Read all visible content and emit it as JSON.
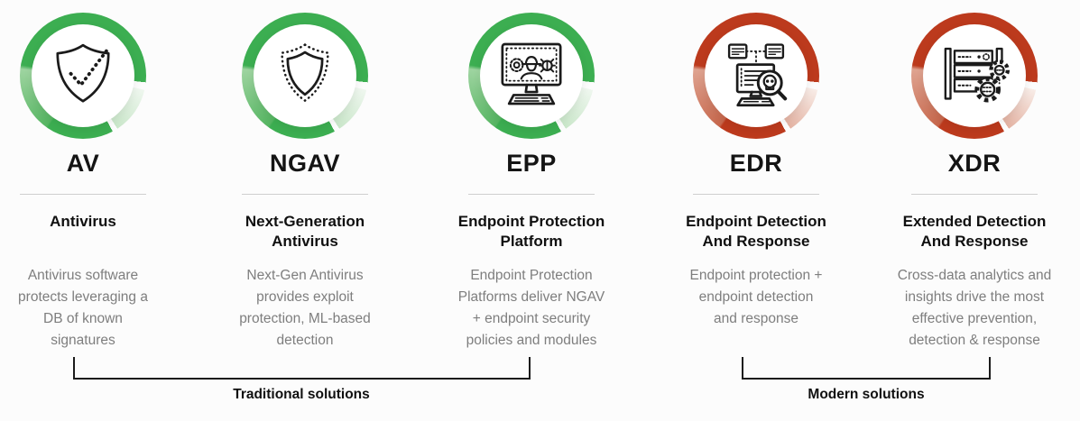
{
  "page": {
    "background": "#fcfcfc"
  },
  "colors": {
    "green_main": "#3cae51",
    "green_mid": "#9ed4a0",
    "green_pale": "#c9e6c9",
    "red_main": "#bc3a1d",
    "red_mid": "#dfa390",
    "red_pale": "#e3b2a2",
    "text_dark": "#141414",
    "text_gray": "#7e7e7e",
    "divider_gray": "#cfcfcf",
    "bracket": "#1c1c1c"
  },
  "solutions": [
    {
      "acronym": "AV",
      "name": "Antivirus",
      "description": "Antivirus software\nprotects leveraging a\nDB of known\nsignatures",
      "icon": "shield-check-icon",
      "ring": "green",
      "group": "traditional"
    },
    {
      "acronym": "NGAV",
      "name": "Next-Generation\nAntivirus",
      "description": "Next-Gen Antivirus\nprovides exploit\nprotection, ML-based\ndetection",
      "icon": "double-shield-icon",
      "ring": "green",
      "group": "traditional"
    },
    {
      "acronym": "EPP",
      "name": "Endpoint Protection\nPlatform",
      "description": "Endpoint Protection\nPlatforms deliver NGAV\n+ endpoint security\npolicies and modules",
      "icon": "monitor-threats-icon",
      "ring": "green",
      "group": "traditional"
    },
    {
      "acronym": "EDR",
      "name": "Endpoint Detection\nAnd Response",
      "description": "Endpoint protection +\nendpoint detection\nand response",
      "icon": "monitor-magnifier-skull-icon",
      "ring": "red",
      "group": "modern"
    },
    {
      "acronym": "XDR",
      "name": "Extended Detection\nAnd Response",
      "description": "Cross-data analytics and\ninsights drive the most\neffective prevention,\ndetection & response",
      "icon": "server-gears-icon",
      "ring": "red",
      "group": "modern"
    }
  ],
  "groups": {
    "traditional": {
      "label": "Traditional solutions"
    },
    "modern": {
      "label": "Modern solutions"
    }
  }
}
